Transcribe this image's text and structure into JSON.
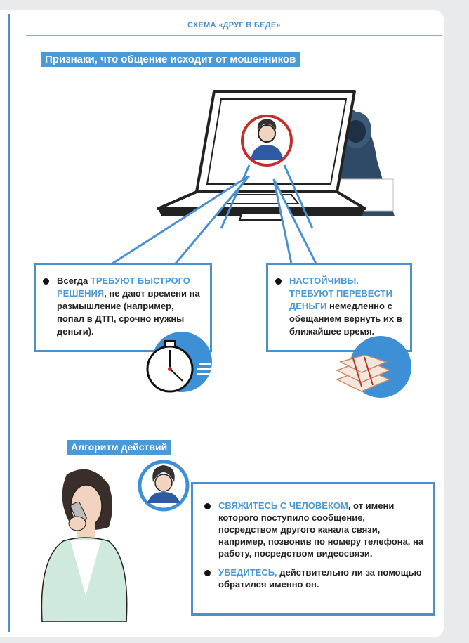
{
  "header": {
    "title": "СХЕМА «ДРУГ В БЕДЕ»"
  },
  "section1": {
    "title": "Признаки, что общение исходит от мошенников",
    "left": {
      "hl": "ТРЕБУЮТ БЫСТРОГО РЕШЕНИЯ",
      "pre": "Всегда ",
      "post": ", не дают времени на размышление (например, попал в ДТП, срочно нужны деньги)."
    },
    "right": {
      "hl": "НАСТОЙЧИВЫ. ТРЕБУЮТ ПЕРЕВЕСТИ ДЕНЬГИ",
      "post": " немедленно с обещанием вернуть их в ближайшее время."
    }
  },
  "section2": {
    "title": "Алгоритм действий",
    "items": [
      {
        "hl": "СВЯЖИТЕСЬ С ЧЕЛОВЕКОМ",
        "post": ", от имени которого поступило сообщение, посредством другого канала связи, например, позвонив по номеру телефона, на работу, посредством видеосвязи."
      },
      {
        "hl": "УБЕДИТЕСЬ,",
        "post": " действительно ли за помощью обратился именно он."
      }
    ]
  },
  "colors": {
    "accent": "#4a9ad8",
    "border": "#4a90cf"
  }
}
